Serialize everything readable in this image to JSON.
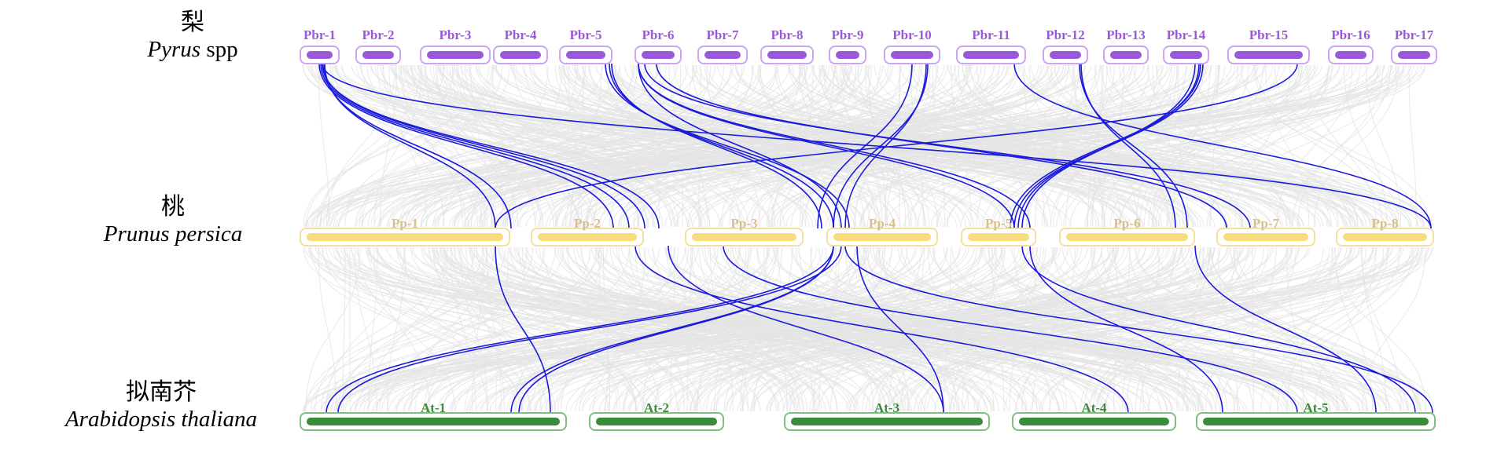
{
  "species": [
    {
      "id": "pyrus",
      "cn": "梨",
      "latin_italic": "Pyrus",
      "latin_plain": " spp",
      "color": "#9b59d9",
      "light": "#c9a6ef",
      "chromosomes": [
        "Pbr-1",
        "Pbr-2",
        "Pbr-3",
        "Pbr-4",
        "Pbr-5",
        "Pbr-6",
        "Pbr-7",
        "Pbr-8",
        "Pbr-9",
        "Pbr-10",
        "Pbr-11",
        "Pbr-12",
        "Pbr-13",
        "Pbr-14",
        "Pbr-15",
        "Pbr-16",
        "Pbr-17"
      ]
    },
    {
      "id": "prunus",
      "cn": "桃",
      "latin_italic": "Prunus persica",
      "latin_plain": "",
      "color": "#f7dd7c",
      "light": "#f2e0a0",
      "label_color": "#d8bf8a",
      "chromosomes": [
        "Pp-1",
        "Pp-2",
        "Pp-3",
        "Pp-4",
        "Pp-5",
        "Pp-6",
        "Pp-7",
        "Pp-8"
      ]
    },
    {
      "id": "arabidopsis",
      "cn": "拟南芥",
      "latin_italic": "Arabidopsis thaliana",
      "latin_plain": "",
      "color": "#3a8c3c",
      "light": "#7fbf7f",
      "chromosomes": [
        "At-1",
        "At-2",
        "At-3",
        "At-4",
        "At-5"
      ]
    }
  ],
  "link_color": "#1a1adc",
  "background_link_color": "#e4e4e4"
}
